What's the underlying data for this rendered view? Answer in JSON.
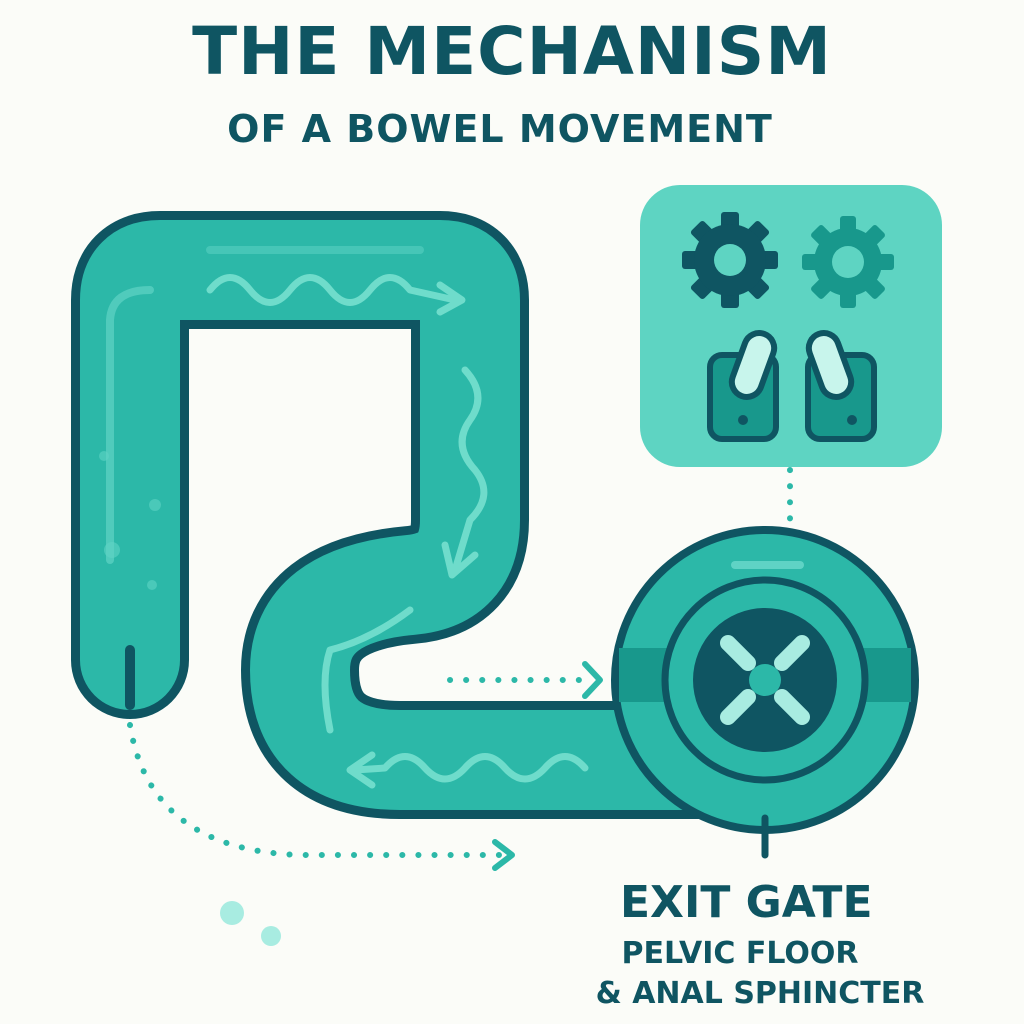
{
  "header": {
    "title": "THE MECHANISM",
    "subtitle": "OF A BOWEL MOVEMENT"
  },
  "exit_label": {
    "title": "EXIT GATE",
    "line1": "PELVIC FLOOR",
    "line2": "& ANAL SPHINCTER"
  },
  "icons": {
    "control_panel": [
      "gear-icon",
      "gear-icon",
      "switch-icon",
      "switch-icon"
    ],
    "gate": "x-valve-icon"
  },
  "colors": {
    "outline": "#0f5562",
    "tube": "#2cb8a8",
    "tube_light": "#5fd3c5",
    "panel": "#5ed4c2",
    "background": "#fbfcf8"
  }
}
